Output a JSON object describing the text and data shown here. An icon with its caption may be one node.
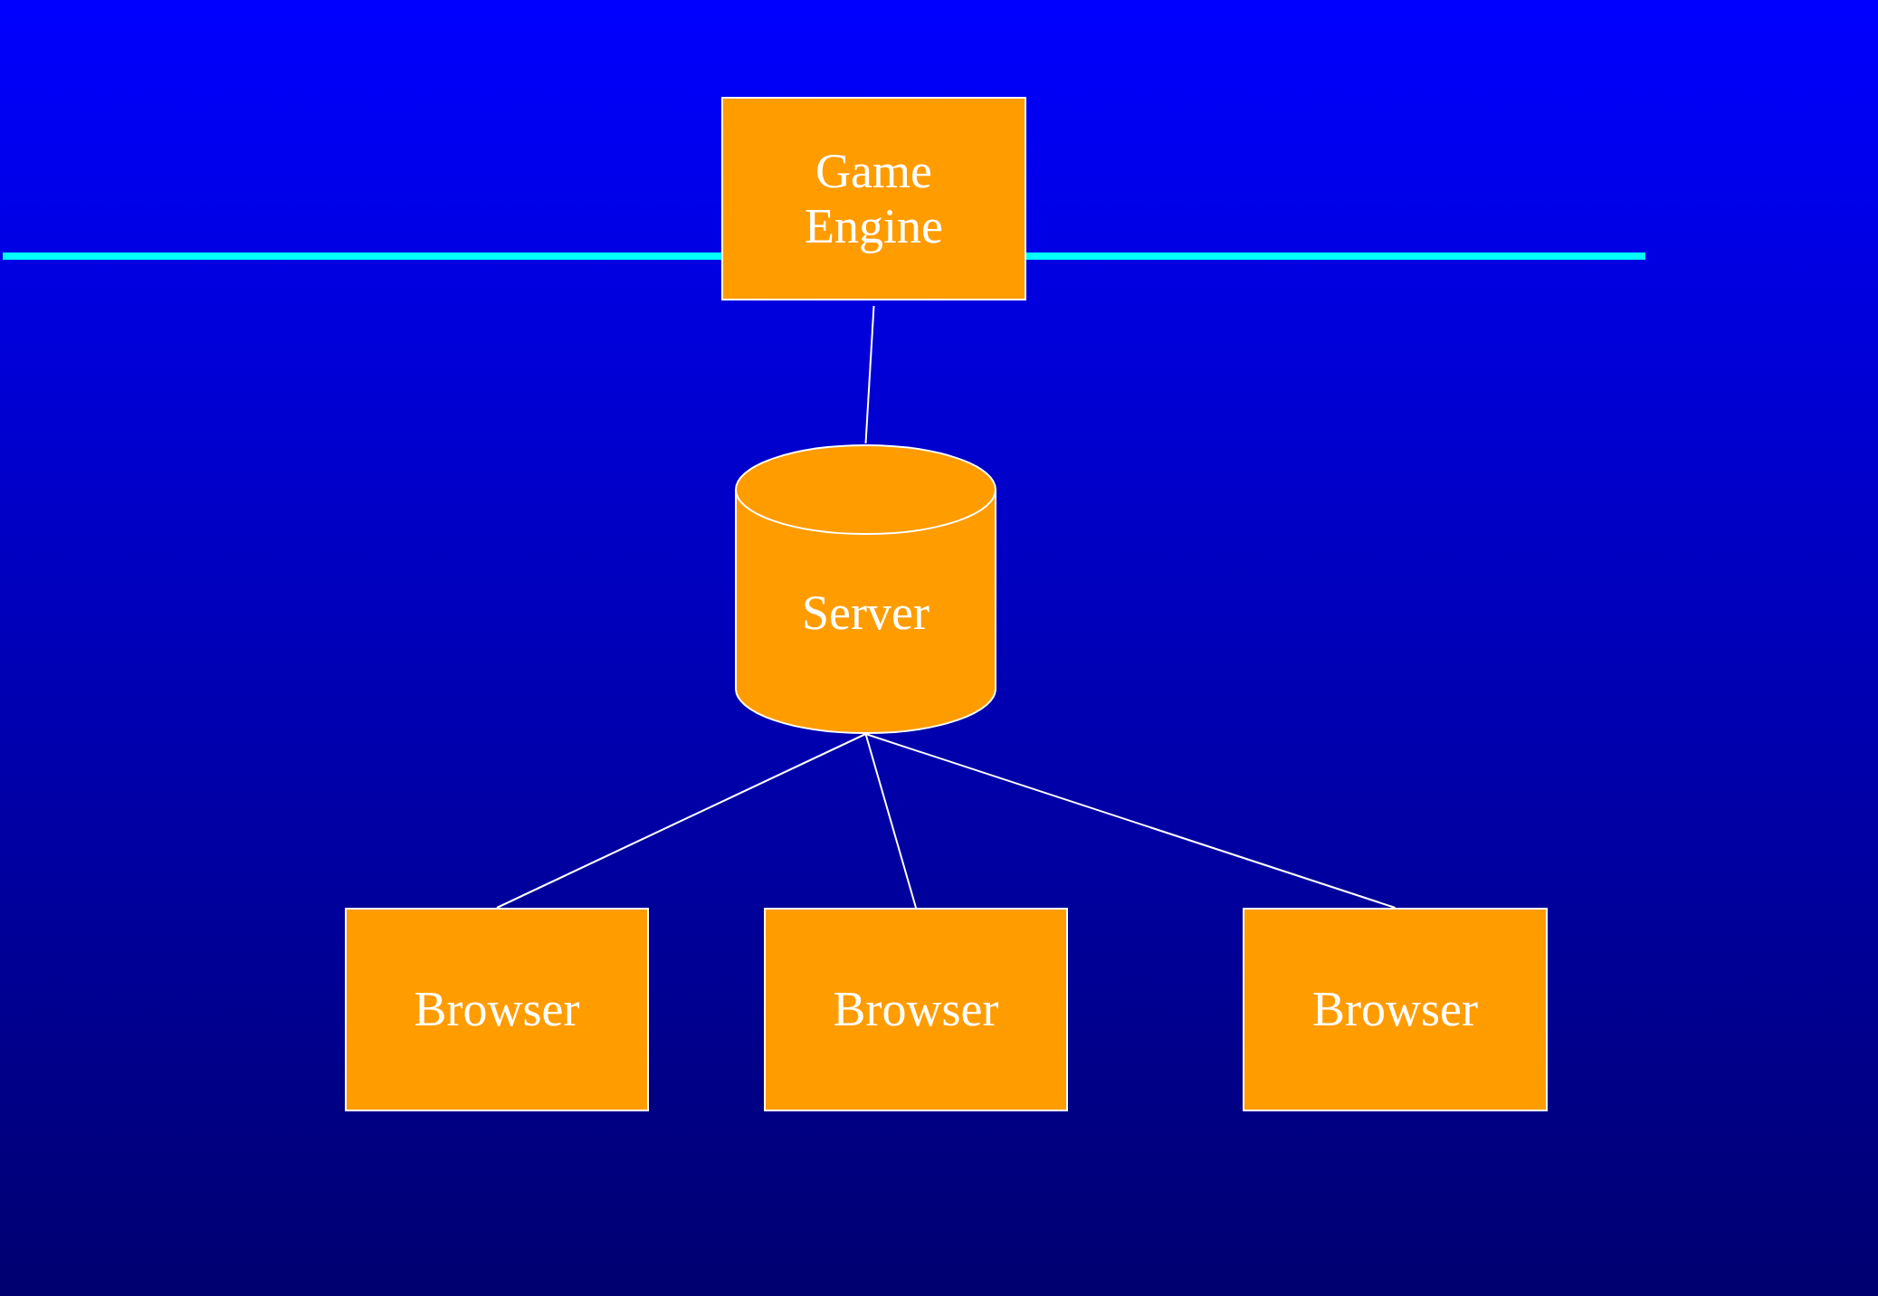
{
  "diagram": {
    "nodes": [
      {
        "text": [
          "Game Engine"
        ]
      },
      {
        "text": [
          "Server"
        ]
      },
      {
        "text": [
          "Browser"
        ]
      },
      {
        "text": [
          "Browser"
        ]
      },
      {
        "text": [
          "Browser"
        ]
      }
    ],
    "edges": [
      {
        "from": 0,
        "to": 1,
        "arrow": "none"
      },
      {
        "from": 1,
        "to": 2,
        "arrow": "none"
      },
      {
        "from": 1,
        "to": 3,
        "arrow": "none"
      },
      {
        "from": 1,
        "to": 4,
        "arrow": "none"
      }
    ]
  }
}
